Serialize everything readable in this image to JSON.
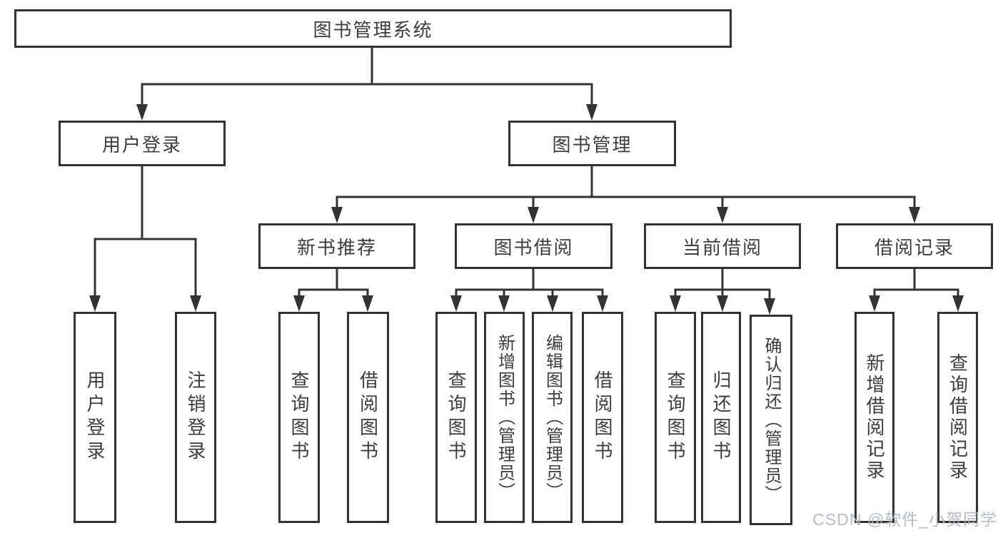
{
  "tree": {
    "root": "图书管理系统",
    "children": [
      {
        "label": "用户登录",
        "children": [
          "用户登录",
          "注销登录"
        ]
      },
      {
        "label": "图书管理",
        "children": [
          {
            "label": "新书推荐",
            "children": [
              "查询图书",
              "借阅图书"
            ]
          },
          {
            "label": "图书借阅",
            "children": [
              "查询图书",
              "新增图书（管理员）",
              "编辑图书（管理员）",
              "借阅图书"
            ]
          },
          {
            "label": "当前借阅",
            "children": [
              "查询图书",
              "归还图书",
              "确认归还（管理员）"
            ]
          },
          {
            "label": "借阅记录",
            "children": [
              "新增借阅记录",
              "查询借阅记录"
            ]
          }
        ]
      }
    ]
  },
  "watermark": "CSDN @软件_小贺同学",
  "colors": {
    "line": "#333333",
    "box_border": "#333333",
    "text": "#3d3d3d",
    "background": "#ffffff",
    "watermark": "#b1b6bd"
  }
}
